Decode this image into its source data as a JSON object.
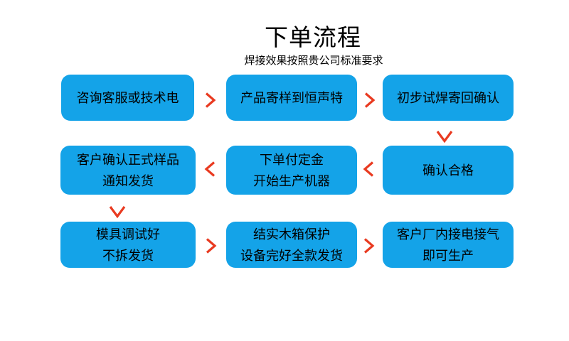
{
  "title": "下单流程",
  "subtitle": "焊接效果按照贵公司标准要求",
  "colors": {
    "box": "#14a3e8",
    "arrow": "#e93a20",
    "text": "#000000",
    "background": "#ffffff"
  },
  "flow": {
    "boxes": [
      {
        "id": "step-consult",
        "lines": [
          "咨询客服或技术电"
        ]
      },
      {
        "id": "step-send-sample",
        "lines": [
          "产品寄样到恒声特"
        ]
      },
      {
        "id": "step-trial-weld",
        "lines": [
          "初步试焊寄回确认"
        ]
      },
      {
        "id": "step-confirm-sample",
        "lines": [
          "客户确认正式样品",
          "通知发货"
        ]
      },
      {
        "id": "step-deposit",
        "lines": [
          "下单付定金",
          "开始生产机器"
        ]
      },
      {
        "id": "step-qualified",
        "lines": [
          "确认合格"
        ]
      },
      {
        "id": "step-mold-ready",
        "lines": [
          "模具调试好",
          "不拆发货"
        ]
      },
      {
        "id": "step-crate-ship",
        "lines": [
          "结实木箱保护",
          "设备完好全款发货"
        ]
      },
      {
        "id": "step-install",
        "lines": [
          "客户厂内接电接气",
          "即可生产"
        ]
      }
    ],
    "arrows": [
      {
        "direction": "right",
        "from": "step-consult",
        "to": "step-send-sample"
      },
      {
        "direction": "right",
        "from": "step-send-sample",
        "to": "step-trial-weld"
      },
      {
        "direction": "down",
        "from": "step-trial-weld",
        "to": "step-qualified"
      },
      {
        "direction": "left",
        "from": "step-qualified",
        "to": "step-deposit"
      },
      {
        "direction": "left",
        "from": "step-deposit",
        "to": "step-confirm-sample"
      },
      {
        "direction": "down",
        "from": "step-confirm-sample",
        "to": "step-mold-ready"
      },
      {
        "direction": "right",
        "from": "step-mold-ready",
        "to": "step-crate-ship"
      },
      {
        "direction": "right",
        "from": "step-crate-ship",
        "to": "step-install"
      }
    ]
  }
}
